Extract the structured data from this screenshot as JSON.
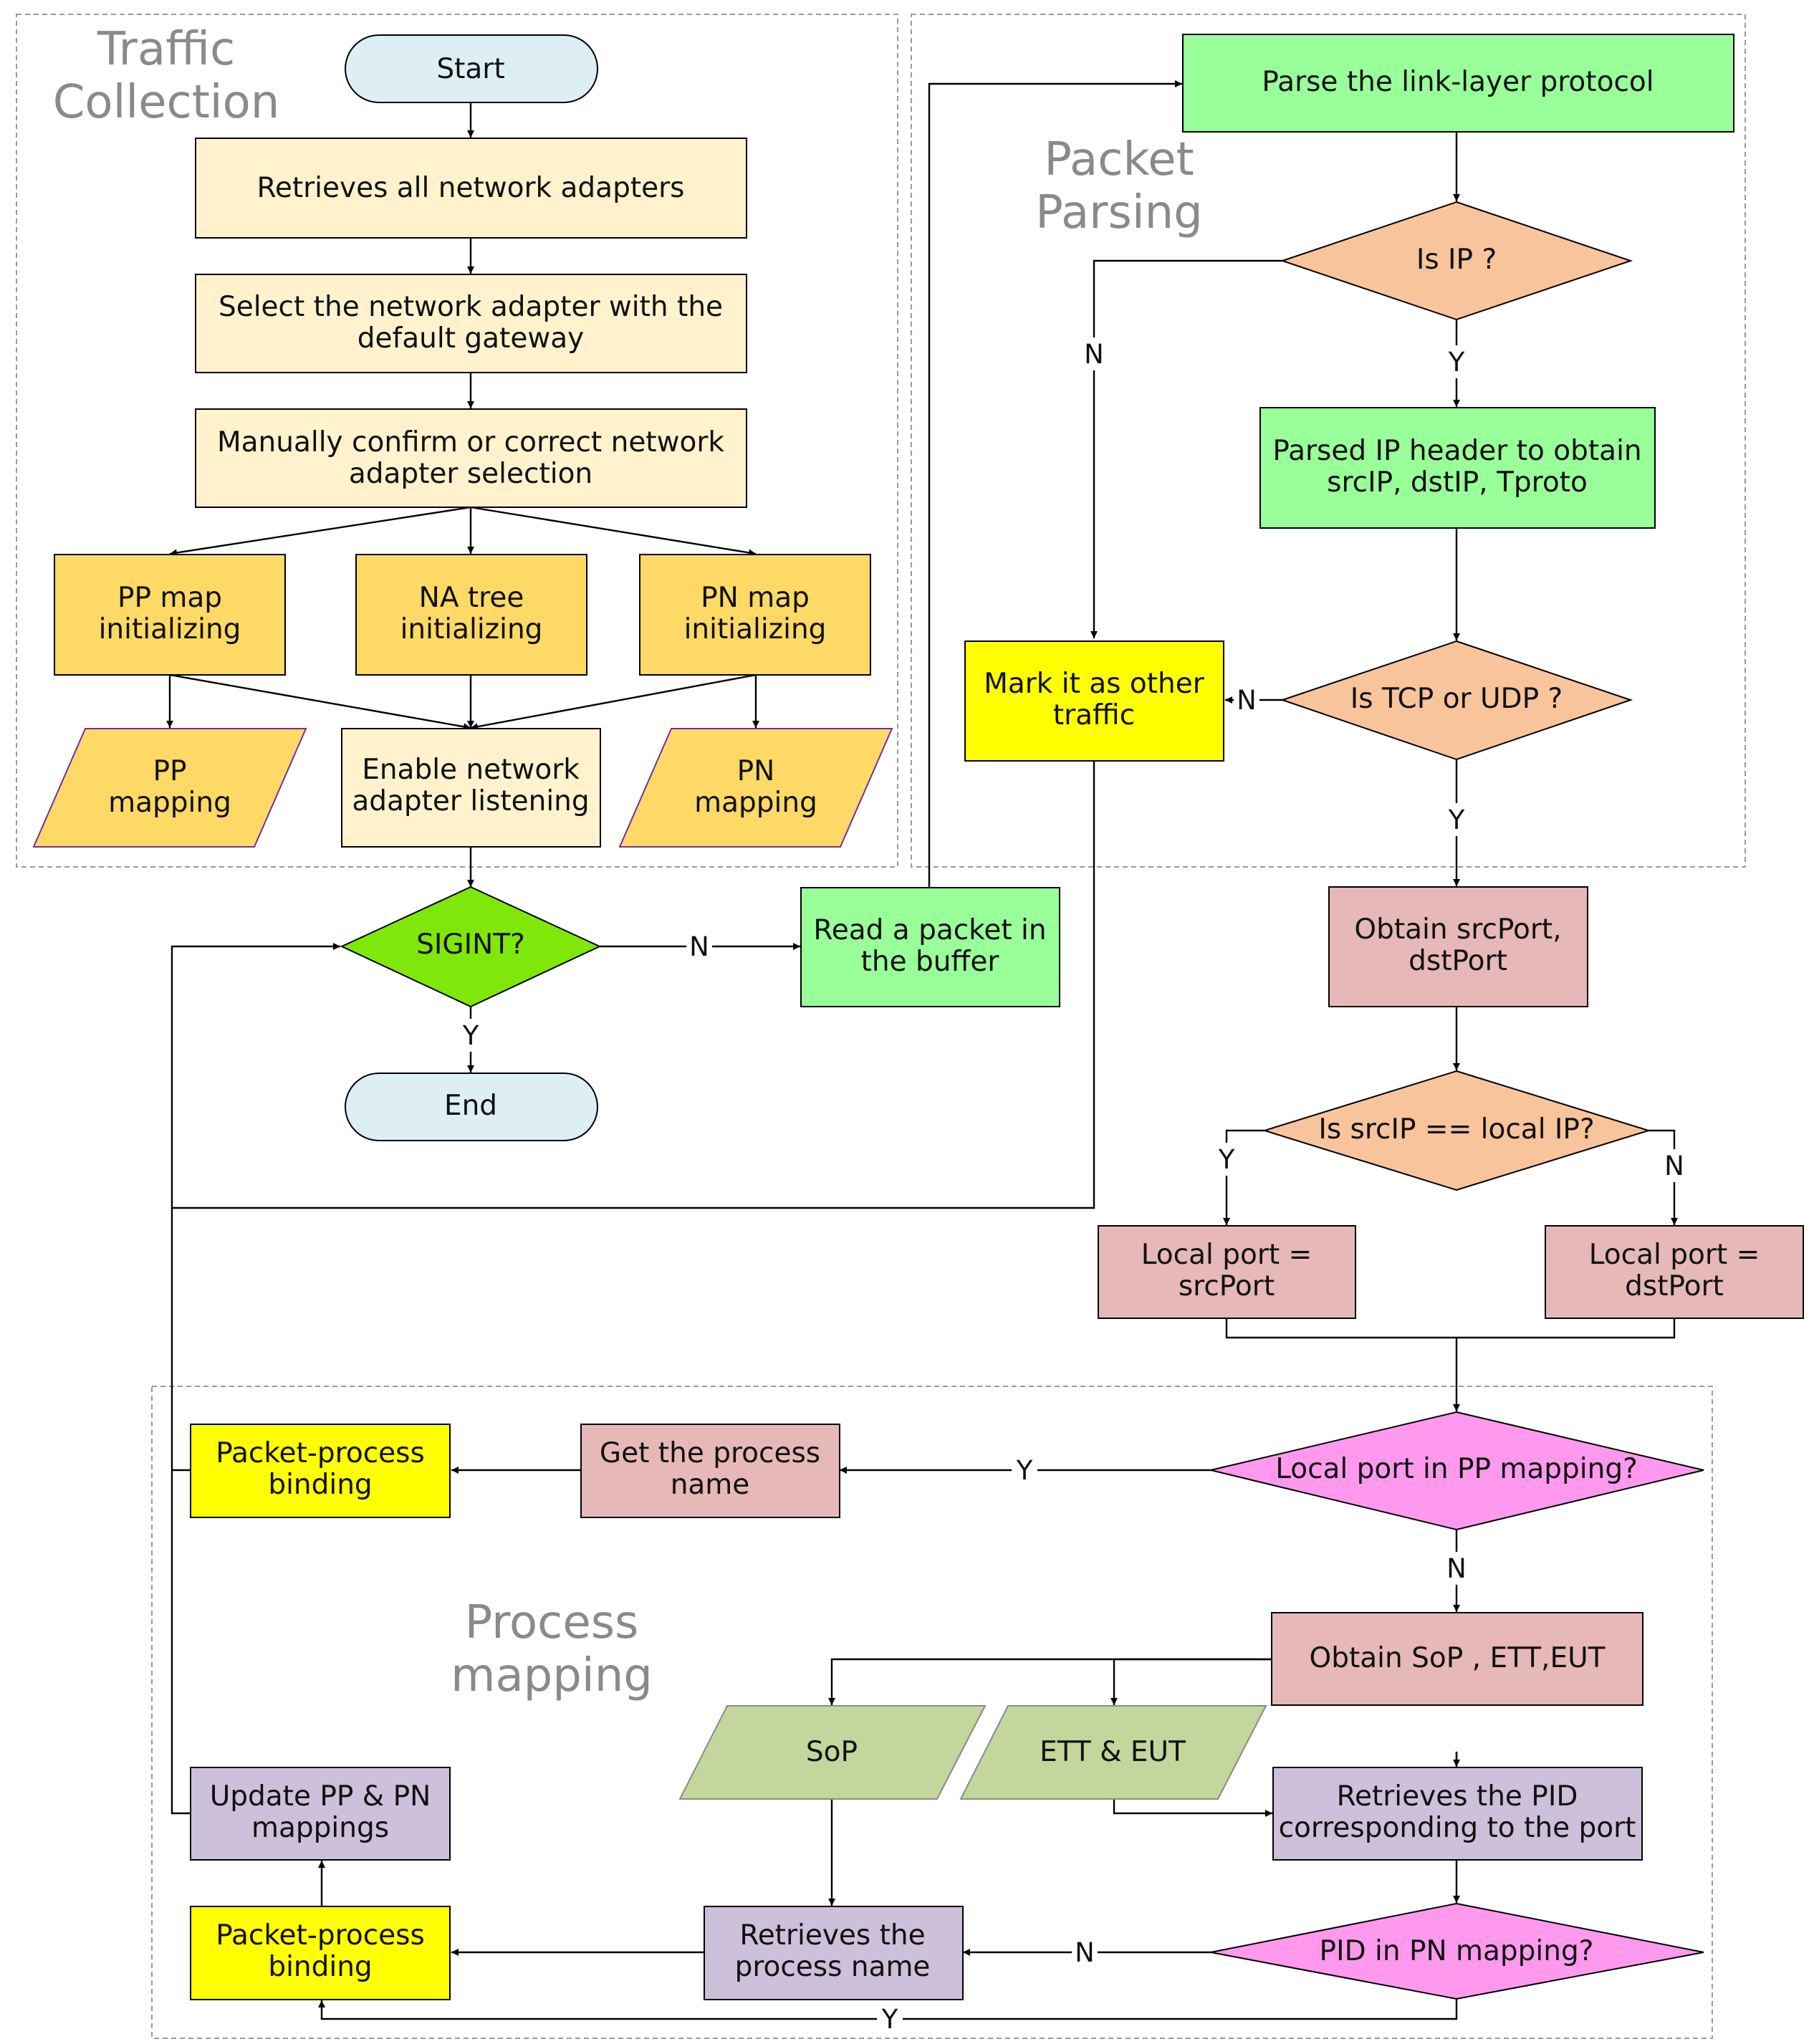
{
  "colors": {
    "terminal": "#ddeef5",
    "collection_step": "#fff2cc",
    "init_step": "#ffd966",
    "mapping_data": "#ffd966",
    "mapping_data_border": "#7030a0",
    "sigint_decision": "#7fe80a",
    "parse_step": "#99ff99",
    "parse_decision": "#f8c49c",
    "other_traffic": "#ffff00",
    "port_step": "#e6b8b8",
    "pp_decision": "#ff99ee",
    "sop_data": "#c3d69b",
    "pid_step": "#ccc0da",
    "binding": "#ffff00"
  },
  "sections": {
    "traffic_collection": "Traffic\nCollection",
    "packet_parsing": "Packet\nParsing",
    "process_mapping": "Process\nmapping"
  },
  "nodes": {
    "start": "Start",
    "retrieve_adapters": "Retrieves all network adapters",
    "select_adapter": "Select the network adapter with the\ndefault gateway",
    "confirm_adapter": "Manually confirm or correct network\nadapter selection",
    "pp_map_init": "PP map\ninitializing",
    "na_tree_init": "NA tree\ninitializing",
    "pn_map_init": "PN map\ninitializing",
    "pp_mapping": "PP\nmapping",
    "enable_listening": "Enable network\nadapter listening",
    "pn_mapping": "PN\nmapping",
    "sigint": "SIGINT?",
    "end": "End",
    "read_packet": "Read a packet in\nthe buffer",
    "parse_link": "Parse the link-layer protocol",
    "is_ip": "Is IP ?",
    "parse_ip": "Parsed IP header to obtain\nsrcIP, dstIP, Tproto",
    "is_tcp_udp": "Is TCP or UDP ?",
    "mark_other": "Mark it as other\ntraffic",
    "obtain_ports": "Obtain srcPort,\ndstPort",
    "is_srcip_local": "Is srcIP == local IP?",
    "local_src": "Local port =\nsrcPort",
    "local_dst": "Local port =\ndstPort",
    "in_pp": "Local port in PP mapping?",
    "get_process_name": "Get the process\nname",
    "binding_top": "Packet-process\nbinding",
    "obtain_sop": "Obtain SoP , ETT,EUT",
    "sop": "SoP",
    "ett_eut": "ETT & EUT",
    "retrieve_pid": "Retrieves the PID\ncorresponding to the port",
    "pid_in_pn": "PID in PN mapping?",
    "retrieve_name": "Retrieves the\nprocess name",
    "binding_bottom": "Packet-process\nbinding",
    "update_mappings": "Update PP & PN\nmappings"
  },
  "edge_labels": {
    "sigint_no": "N",
    "sigint_yes": "Y",
    "is_ip_no": "N",
    "is_ip_yes": "Y",
    "tcp_no": "N",
    "tcp_yes": "Y",
    "srcip_yes": "Y",
    "srcip_no": "N",
    "pp_yes": "Y",
    "pp_no": "N",
    "pn_no": "N",
    "pn_yes": "Y"
  }
}
